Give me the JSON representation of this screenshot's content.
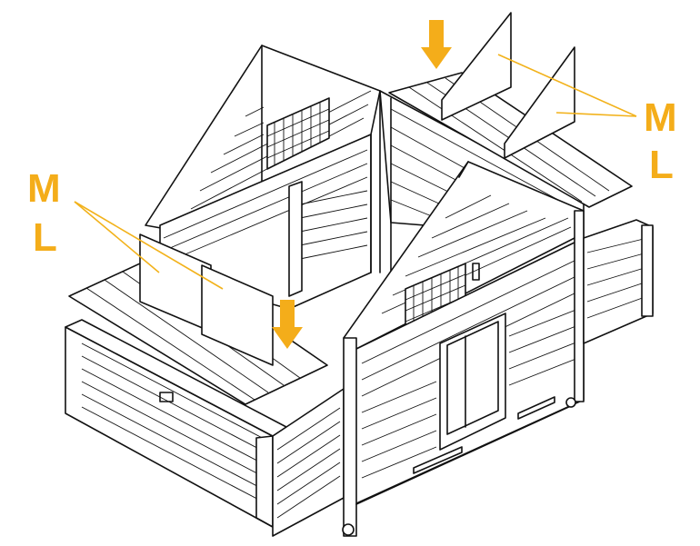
{
  "colors": {
    "accent": "#f4ad1a",
    "lines": "#111111",
    "background": "#ffffff"
  },
  "labels": {
    "left_m": "M",
    "left_l": "L",
    "right_m": "M",
    "right_l": "L"
  },
  "icons": {
    "arrow_top": "down-arrow-icon",
    "arrow_middle": "down-arrow-icon"
  }
}
